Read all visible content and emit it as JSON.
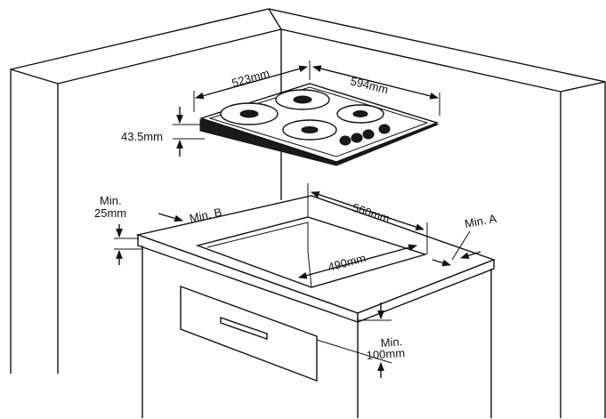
{
  "labels": {
    "hob_width": "594mm",
    "hob_depth": "523mm",
    "hob_height": "43.5mm",
    "cutout_width": "560mm",
    "cutout_depth": "490mm",
    "min_a": "Min. A",
    "min_b": "Min. B",
    "min_25_line1": "Min.",
    "min_25_line2": "25mm",
    "min_100_line1": "Min.",
    "min_100_line2": "100mm"
  },
  "colors": {
    "line": "#111111",
    "background": "#ffffff"
  }
}
